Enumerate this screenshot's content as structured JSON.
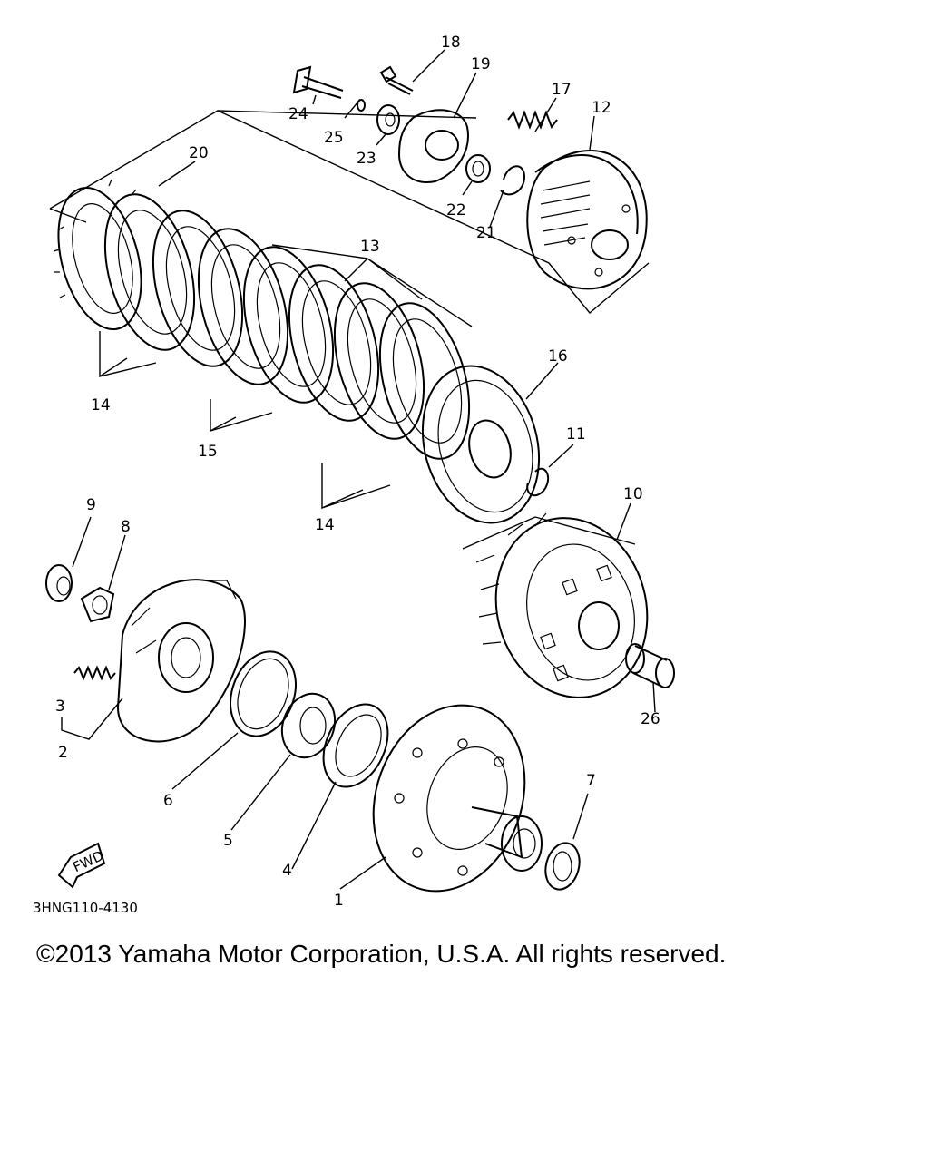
{
  "diagram": {
    "callouts": [
      {
        "id": "c1",
        "text": "1"
      },
      {
        "id": "c2",
        "text": "2"
      },
      {
        "id": "c3",
        "text": "3"
      },
      {
        "id": "c4",
        "text": "4"
      },
      {
        "id": "c5",
        "text": "5"
      },
      {
        "id": "c6",
        "text": "6"
      },
      {
        "id": "c7",
        "text": "7"
      },
      {
        "id": "c8",
        "text": "8"
      },
      {
        "id": "c9",
        "text": "9"
      },
      {
        "id": "c10",
        "text": "10"
      },
      {
        "id": "c11",
        "text": "11"
      },
      {
        "id": "c12",
        "text": "12"
      },
      {
        "id": "c13",
        "text": "13"
      },
      {
        "id": "c14a",
        "text": "14"
      },
      {
        "id": "c14b",
        "text": "14"
      },
      {
        "id": "c15",
        "text": "15"
      },
      {
        "id": "c16",
        "text": "16"
      },
      {
        "id": "c17",
        "text": "17"
      },
      {
        "id": "c18",
        "text": "18"
      },
      {
        "id": "c19",
        "text": "19"
      },
      {
        "id": "c20",
        "text": "20"
      },
      {
        "id": "c21",
        "text": "21"
      },
      {
        "id": "c22",
        "text": "22"
      },
      {
        "id": "c23",
        "text": "23"
      },
      {
        "id": "c24",
        "text": "24"
      },
      {
        "id": "c25",
        "text": "25"
      },
      {
        "id": "c26",
        "text": "26"
      }
    ],
    "fwd_label": "FWD",
    "drawing_code": "3HNG110-4130"
  },
  "footer": {
    "copyright": "©2013 Yamaha Motor Corporation, U.S.A. All rights reserved."
  }
}
